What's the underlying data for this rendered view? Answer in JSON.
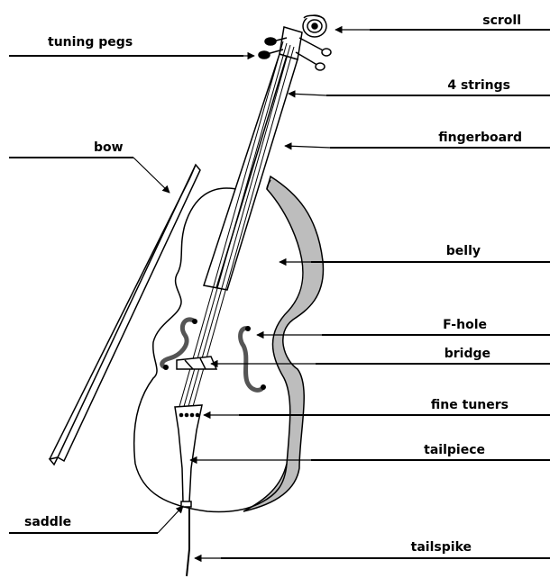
{
  "diagram": {
    "labels": {
      "scroll": "scroll",
      "tuning_pegs": "tuning pegs",
      "strings": "4 strings",
      "fingerboard": "fingerboard",
      "bow": "bow",
      "belly": "belly",
      "f_hole": "F-hole",
      "bridge": "bridge",
      "fine_tuners": "fine tuners",
      "tailpiece": "tailpiece",
      "saddle": "saddle",
      "tailspike": "tailspike"
    }
  },
  "colors": {
    "ink": "#000000",
    "rib_shading": "#bdbdbd",
    "background": "#ffffff"
  }
}
